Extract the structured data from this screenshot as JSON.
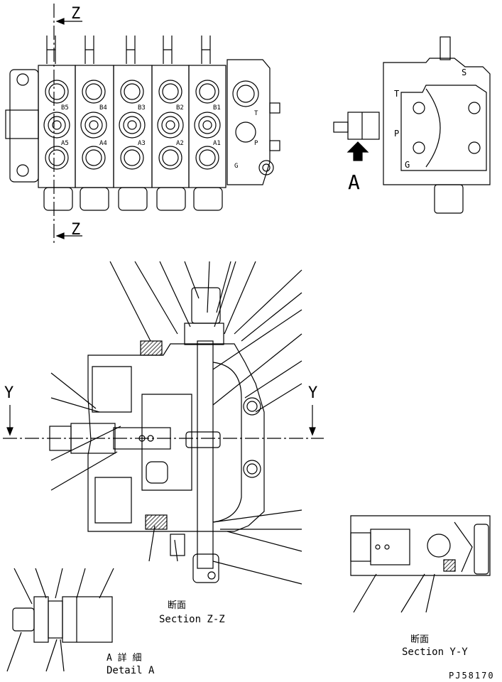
{
  "section_marks": {
    "top": "Z",
    "bottom": "Z",
    "left": "Y",
    "right": "Y"
  },
  "view_arrow_label": "A",
  "valve_port_labels": {
    "b_ports": [
      "B5",
      "B4",
      "B3",
      "B2",
      "B1"
    ],
    "a_ports": [
      "A5",
      "A4",
      "A3",
      "A2",
      "A1"
    ],
    "inlet_section": [
      "T",
      "P",
      "G"
    ]
  },
  "side_view_labels": [
    "S",
    "T",
    "P",
    "G"
  ],
  "captions": {
    "section_zz_jp": "断面",
    "section_zz_en": "Section Z-Z",
    "detail_a_jp": "A 詳 細",
    "detail_a_en": "Detail A",
    "section_yy_jp": "断面",
    "section_yy_en": "Section Y-Y"
  },
  "drawing_number": "PJ58170"
}
